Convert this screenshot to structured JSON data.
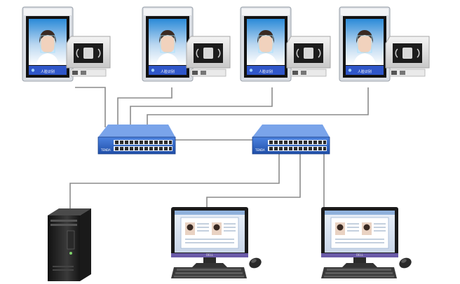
{
  "terminals": [
    {
      "welcome_text": "人脸识别"
    },
    {
      "welcome_text": "人脸识别"
    },
    {
      "welcome_text": "人脸识别"
    },
    {
      "welcome_text": "人脸识别"
    }
  ],
  "switches": [
    {
      "brand": "TENDA"
    },
    {
      "brand": "TENDA"
    }
  ],
  "workstations": [
    {
      "monitor_brand": "DELL"
    },
    {
      "monitor_brand": "DELL"
    }
  ],
  "colors": {
    "line": "#8b8b8b",
    "switch_body": "#2e64c8",
    "monitor_frame": "#1b1b1b",
    "screen_bg": "#dfe8f4",
    "tower": "#222222"
  }
}
